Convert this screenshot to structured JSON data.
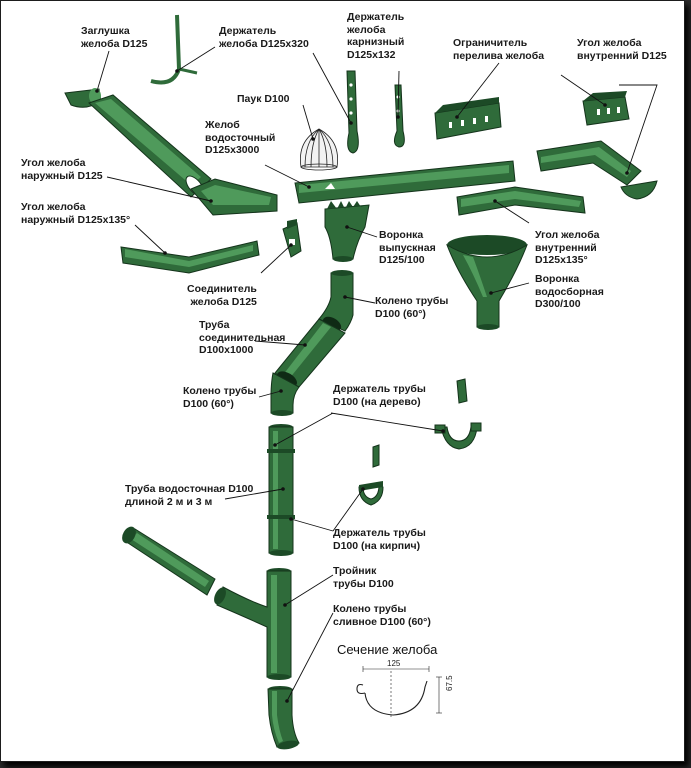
{
  "labels": {
    "gutter_cap": "Заглушка\nжелоба D125",
    "gutter_holder": "Держатель\nжелоба D125x320",
    "eaves_holder": "Держатель\nжелоба\nкарнизный\nD125x132",
    "overflow_limiter": "Ограничитель\nперелива желоба",
    "inner_corner": "Угол желоба\nвнутренний D125",
    "spider": "Паук D100",
    "gutter": "Желоб\nводосточный\nD125x3000",
    "outer_corner": "Угол желоба\nнаружный D125",
    "outer_corner_135": "Угол желоба\nнаружный D125x135°",
    "outlet_funnel": "Воронка\nвыпускная\nD125/100",
    "inner_corner_135": "Угол желоба\nвнутренний\nD125x135°",
    "collector_funnel": "Воронка\nводосборная\nD300/100",
    "connector": "Соединитель\nжелоба D125",
    "elbow_top": "Колено трубы\nD100 (60°)",
    "connecting_pipe": "Труба\nсоединительная\nD100x1000",
    "elbow_mid": "Колено трубы\nD100 (60°)",
    "wood_holder": "Держатель трубы\nD100 (на дерево)",
    "downpipe": "Труба водосточная D100\nдлиной 2 м и 3 м",
    "brick_holder": "Держатель трубы\nD100 (на кирпич)",
    "tee": "Тройник\nтрубы D100",
    "drain_elbow": "Колено трубы\nсливное D100 (60°)"
  },
  "section": {
    "title": "Сечение желоба",
    "width": "125",
    "height": "67.5"
  },
  "colors": {
    "metal": "#2f6b3a",
    "metal_light": "#4f9a5b",
    "metal_dark": "#1c4a26"
  }
}
